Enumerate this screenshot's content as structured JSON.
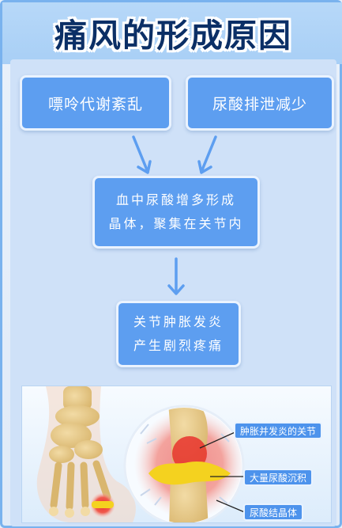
{
  "title": "痛风的形成原因",
  "causes": {
    "left": "嘌呤代谢紊乱",
    "right": "尿酸排泄减少"
  },
  "middle": {
    "line1": "血中尿酸增多形成",
    "line2": "晶体，聚集在关节内"
  },
  "result": {
    "line1": "关节肿胀发炎",
    "line2": "产生剧烈疼痛"
  },
  "illustration": {
    "labels": [
      "肿胀并发炎的关节",
      "大量尿酸沉积",
      "尿酸结晶体"
    ]
  },
  "colors": {
    "box_blue": "#5d9ef0",
    "title_navy": "#0b2f66",
    "arrow_blue": "#5d9ef0",
    "crystal_yellow": "#f4d21f",
    "inflammation_red": "#e9322e"
  }
}
